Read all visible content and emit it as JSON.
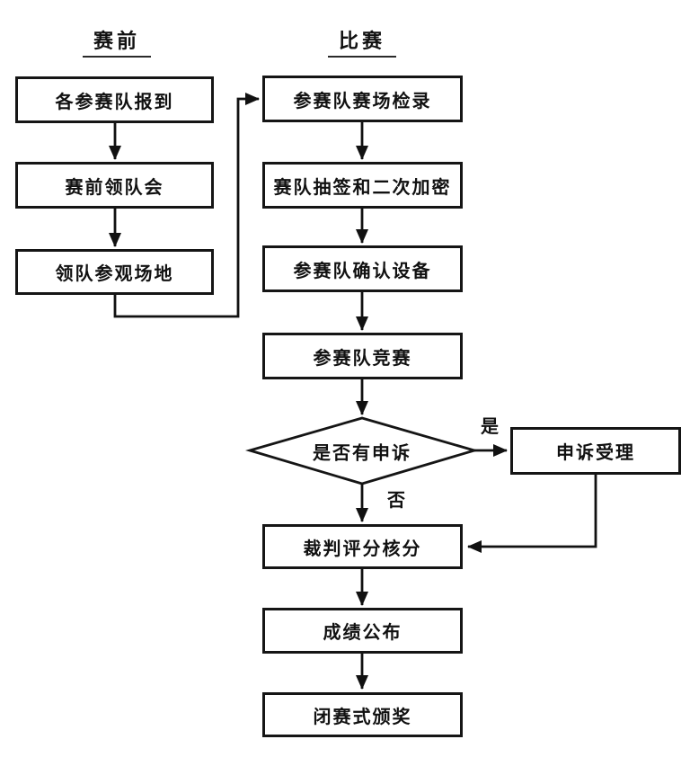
{
  "diagram": {
    "type": "flowchart",
    "phase_headers": {
      "pre": "赛前",
      "match": "比赛"
    },
    "nodes": {
      "register": "各参赛队报到",
      "leader_meeting": "赛前领队会",
      "venue_tour": "领队参观场地",
      "checkin": "参赛队赛场检录",
      "draw_encrypt": "赛队抽签和二次加密",
      "confirm_equipment": "参赛队确认设备",
      "compete": "参赛队竞赛",
      "appeal_decision": "是否有申诉",
      "appeal_accept": "申诉受理",
      "judge_score": "裁判评分核分",
      "publish_results": "成绩公布",
      "closing_awards": "闭赛式颁奖"
    },
    "edge_labels": {
      "yes": "是",
      "no": "否"
    },
    "edges": [
      {
        "from": "register",
        "to": "leader_meeting"
      },
      {
        "from": "leader_meeting",
        "to": "venue_tour"
      },
      {
        "from": "venue_tour",
        "to": "checkin"
      },
      {
        "from": "checkin",
        "to": "draw_encrypt"
      },
      {
        "from": "draw_encrypt",
        "to": "confirm_equipment"
      },
      {
        "from": "confirm_equipment",
        "to": "compete"
      },
      {
        "from": "compete",
        "to": "appeal_decision"
      },
      {
        "from": "appeal_decision",
        "to": "appeal_accept",
        "label": "是"
      },
      {
        "from": "appeal_decision",
        "to": "judge_score",
        "label": "否"
      },
      {
        "from": "appeal_accept",
        "to": "judge_score"
      },
      {
        "from": "judge_score",
        "to": "publish_results"
      },
      {
        "from": "publish_results",
        "to": "closing_awards"
      }
    ],
    "colors": {
      "line": "#111111",
      "node_fill": "#ffffff",
      "node_border": "#151515",
      "text": "#111111",
      "background": "#ffffff"
    }
  }
}
